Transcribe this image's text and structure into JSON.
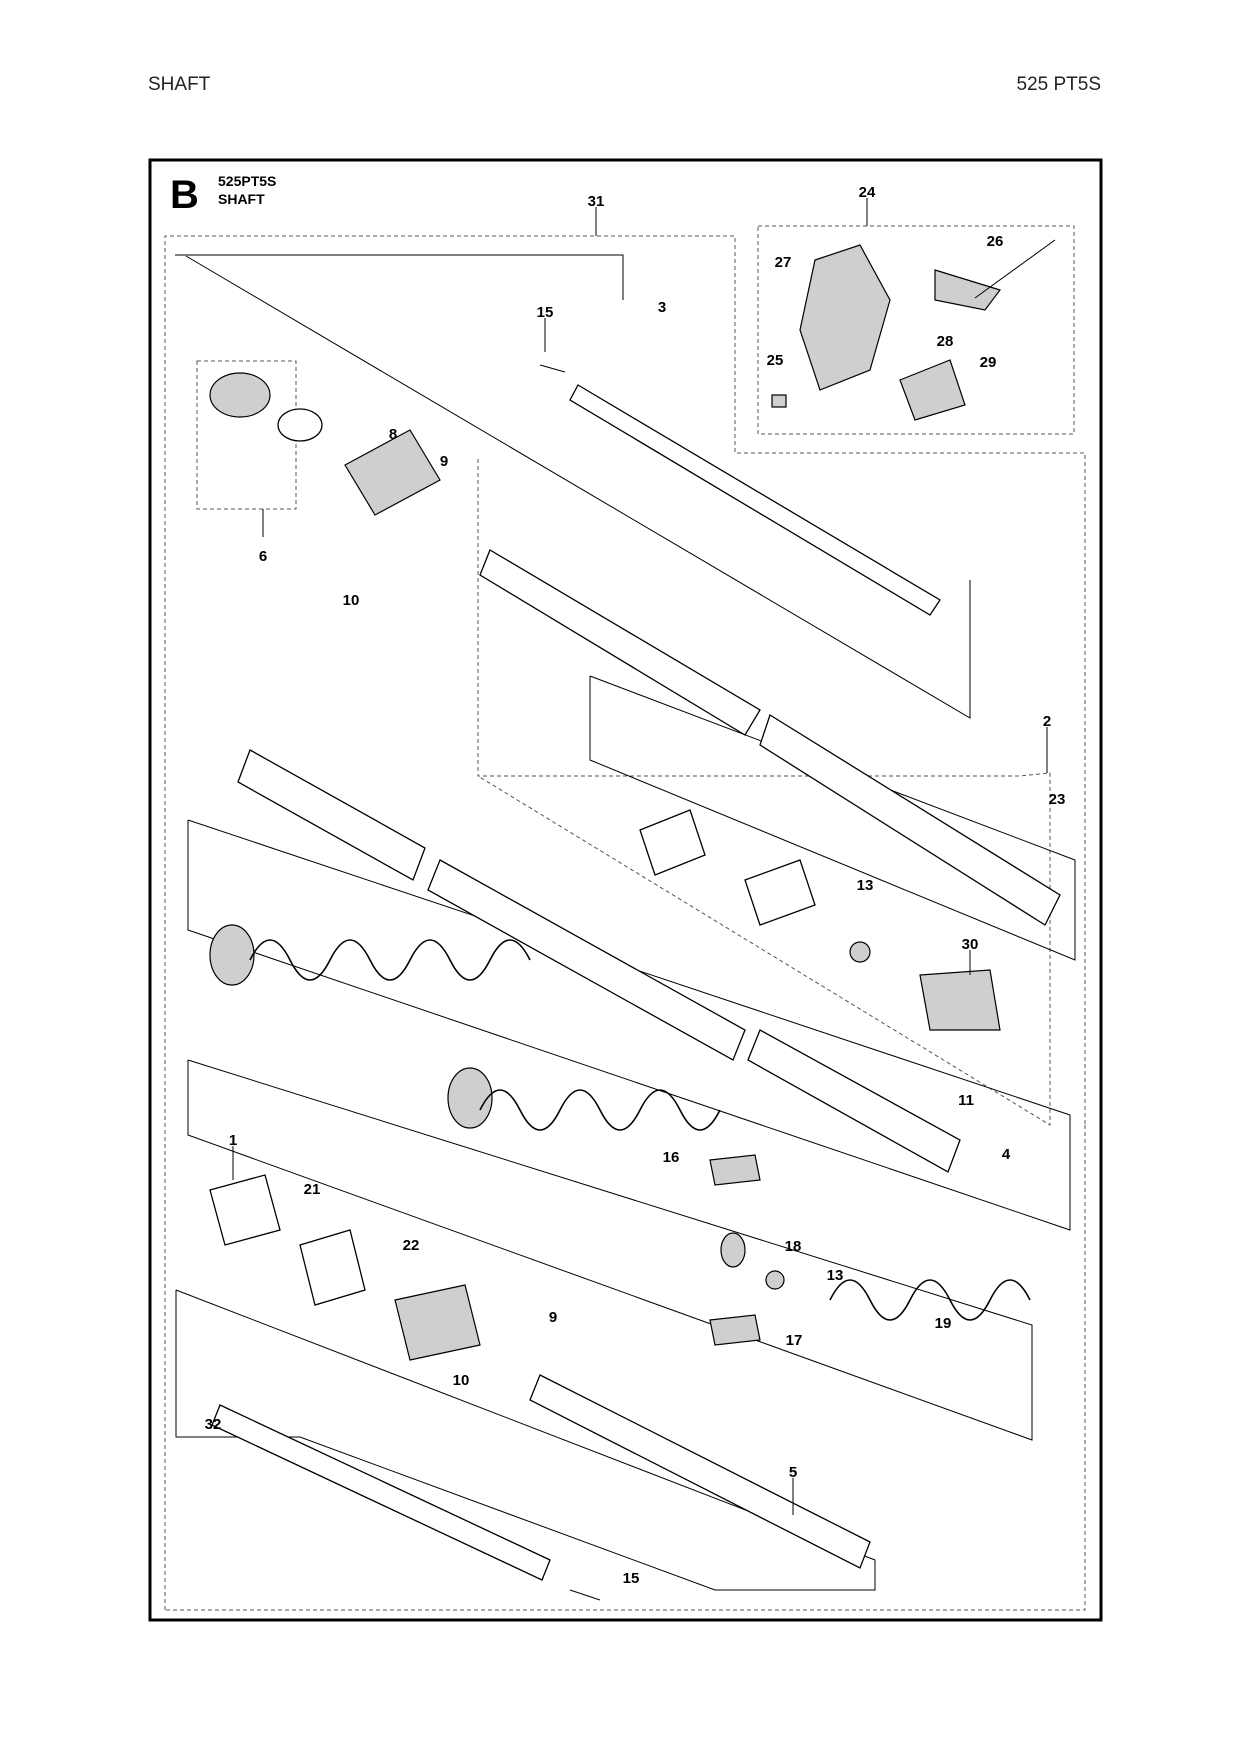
{
  "header": {
    "section": "SHAFT",
    "model": "525 PT5S"
  },
  "diagram": {
    "letter": "B",
    "model": "525PT5S",
    "title": "SHAFT",
    "callouts": [
      "31",
      "24",
      "26",
      "27",
      "15",
      "3",
      "28",
      "25",
      "29",
      "8",
      "9",
      "6",
      "10",
      "2",
      "23",
      "13",
      "30",
      "11",
      "4",
      "1",
      "16",
      "21",
      "22",
      "18",
      "13",
      "9",
      "19",
      "17",
      "10",
      "32",
      "5",
      "15"
    ]
  }
}
